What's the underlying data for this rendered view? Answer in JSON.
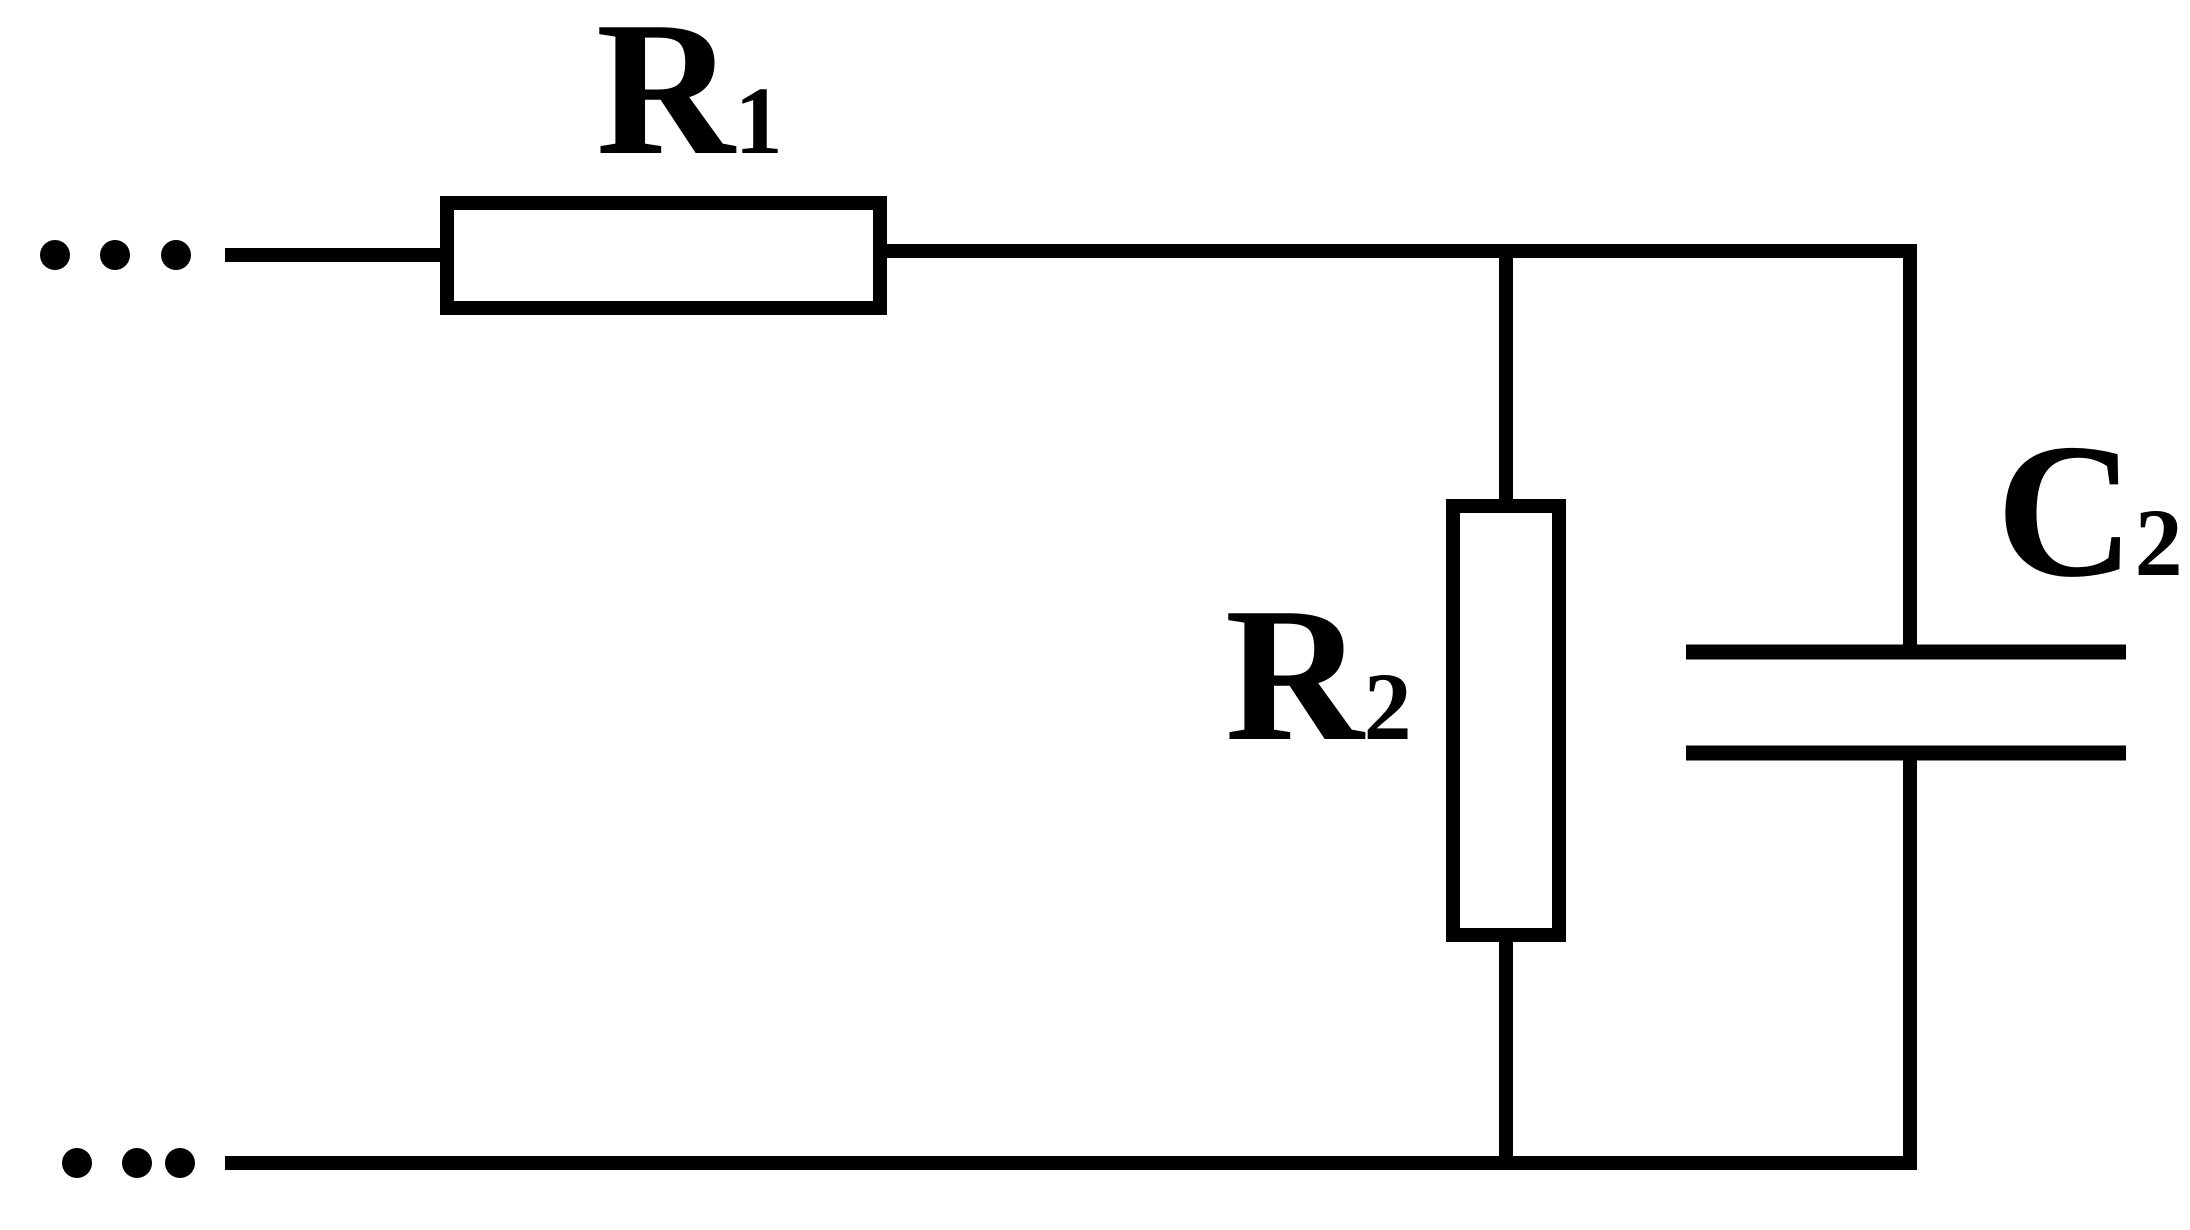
{
  "diagram": {
    "type": "circuit-schematic",
    "continuation_marks": {
      "top": "…",
      "bottom": "…"
    },
    "components": [
      {
        "kind": "resistor",
        "symbol": "R",
        "subscript": "1",
        "position": "series-top"
      },
      {
        "kind": "resistor",
        "symbol": "R",
        "subscript": "2",
        "position": "shunt"
      },
      {
        "kind": "capacitor",
        "symbol": "C",
        "subscript": "2",
        "position": "shunt"
      }
    ]
  }
}
